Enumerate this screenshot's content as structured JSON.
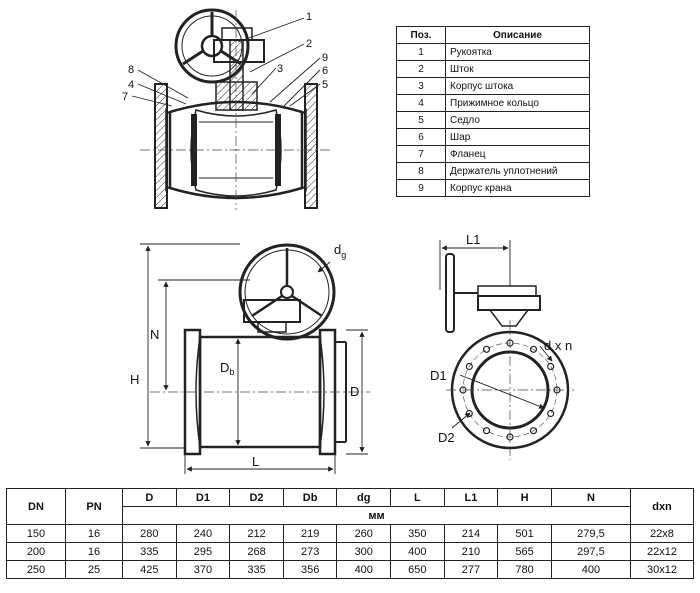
{
  "diagram": {
    "callouts": [
      "1",
      "2",
      "3",
      "4",
      "5",
      "6",
      "7",
      "8",
      "9"
    ],
    "dimension_labels": {
      "dg": "d",
      "dg_sub": "g",
      "N": "N",
      "H": "H",
      "L": "L",
      "D": "D",
      "Db": "D",
      "Db_sub": "b",
      "L1": "L1",
      "dxn": "d x n",
      "D1": "D1",
      "D2": "D2"
    }
  },
  "parts_table": {
    "headers": [
      "Поз.",
      "Описание"
    ],
    "rows": [
      [
        "1",
        "Рукоятка"
      ],
      [
        "2",
        "Шток"
      ],
      [
        "3",
        "Корпус штока"
      ],
      [
        "4",
        "Прижимное кольцо"
      ],
      [
        "5",
        "Седло"
      ],
      [
        "6",
        "Шар"
      ],
      [
        "7",
        "Фланец"
      ],
      [
        "8",
        "Держатель уплотнений"
      ],
      [
        "9",
        "Корпус крана"
      ]
    ]
  },
  "dimensions_table": {
    "headers": [
      "DN",
      "PN",
      "D",
      "D1",
      "D2",
      "Db",
      "dg",
      "L",
      "L1",
      "H",
      "N",
      "dxn"
    ],
    "unit": "мм",
    "rows": [
      [
        "150",
        "16",
        "280",
        "240",
        "212",
        "219",
        "260",
        "350",
        "214",
        "501",
        "279,5",
        "22x8"
      ],
      [
        "200",
        "16",
        "335",
        "295",
        "268",
        "273",
        "300",
        "400",
        "210",
        "565",
        "297,5",
        "22x12"
      ],
      [
        "250",
        "25",
        "425",
        "370",
        "335",
        "356",
        "400",
        "650",
        "277",
        "780",
        "400",
        "30x12"
      ]
    ]
  }
}
